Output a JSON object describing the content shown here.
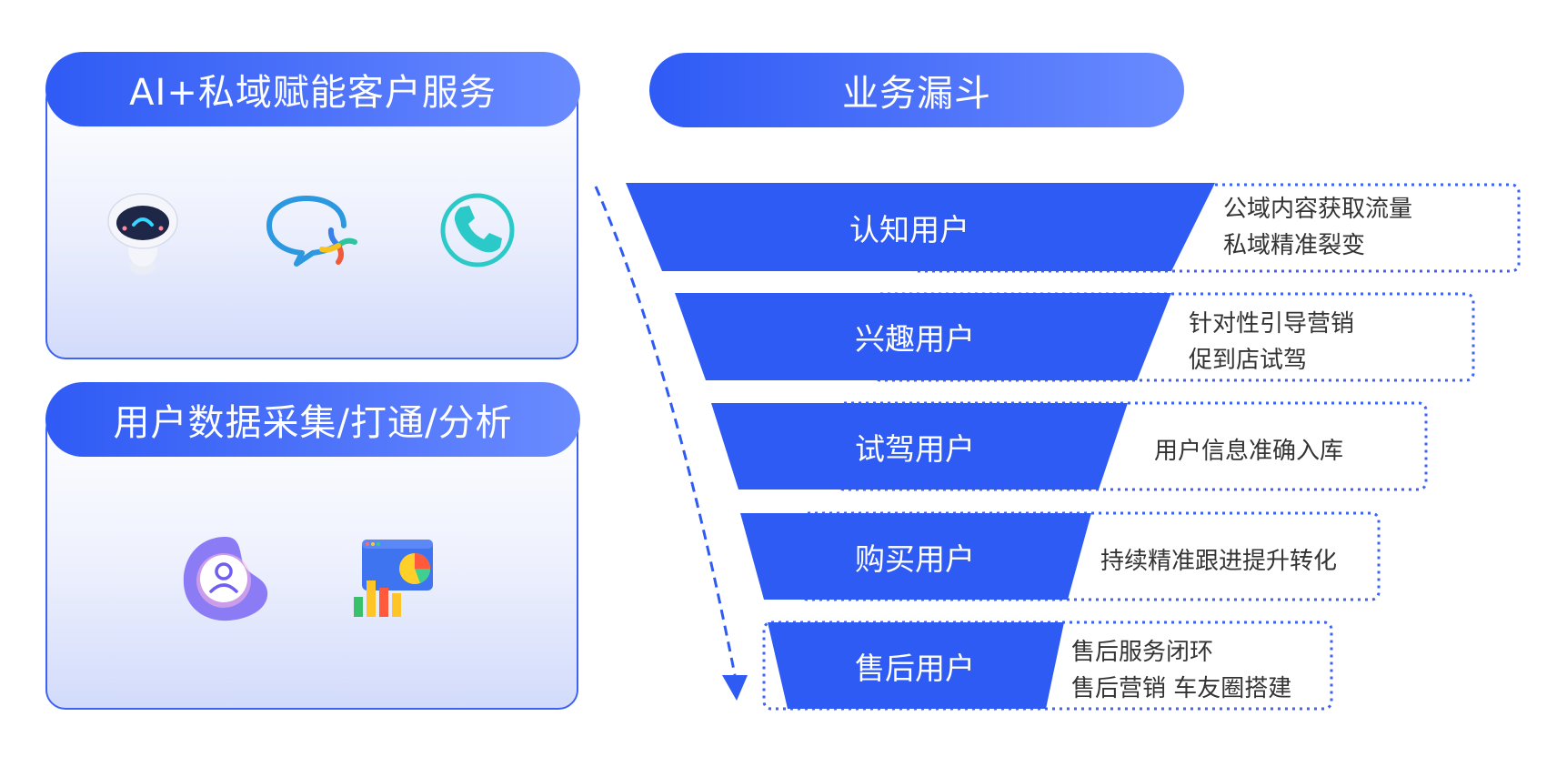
{
  "left_panels": [
    {
      "title": "AI+私域赋能客户服务",
      "icons": [
        "robot-mascot-icon",
        "chat-bubble-icon",
        "phone-call-icon"
      ]
    },
    {
      "title": "用户数据采集/打通/分析",
      "icons": [
        "user-profile-icon",
        "analytics-dashboard-icon"
      ]
    }
  ],
  "funnel": {
    "title": "业务漏斗",
    "stages": [
      {
        "label": "认知用户",
        "notes": [
          "公域内容获取流量",
          "私域精准裂变"
        ]
      },
      {
        "label": "兴趣用户",
        "notes": [
          "针对性引导营销",
          "促到店试驾"
        ]
      },
      {
        "label": "试驾用户",
        "notes": [
          "用户信息准确入库"
        ]
      },
      {
        "label": "购买用户",
        "notes": [
          "持续精准跟进提升转化"
        ]
      },
      {
        "label": "售后用户",
        "notes": [
          "售后服务闭环",
          "售后营销 车友圈搭建"
        ]
      }
    ]
  },
  "colors": {
    "primary": "#2f5bf5",
    "accent_light": "#6a8bff",
    "border": "#3d63f2"
  }
}
